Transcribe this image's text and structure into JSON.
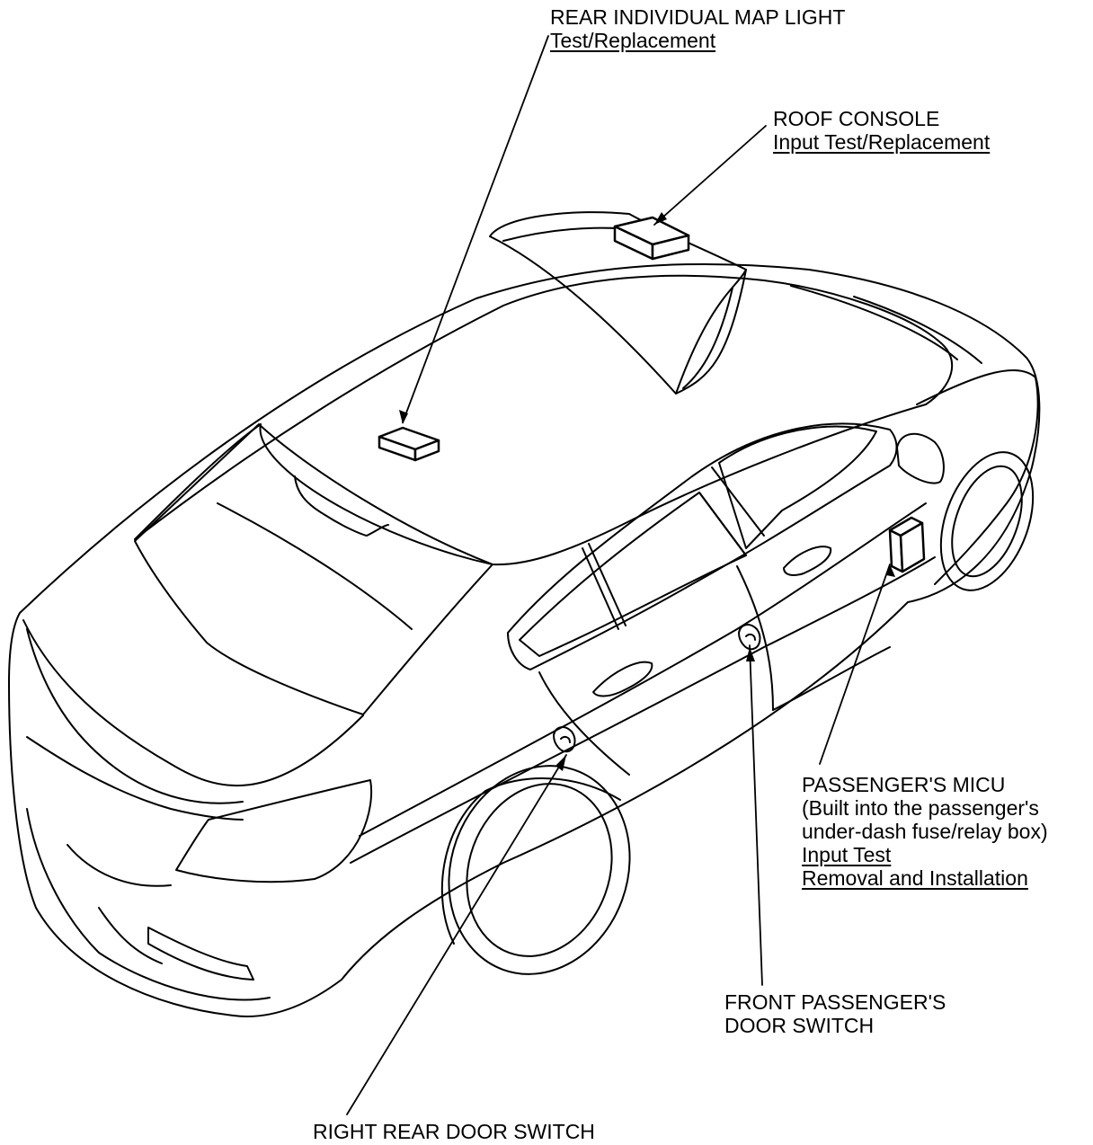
{
  "callouts": {
    "rear_map_light": {
      "title": "REAR INDIVIDUAL MAP LIGHT",
      "links": [
        "Test/Replacement"
      ]
    },
    "roof_console": {
      "title": "ROOF CONSOLE",
      "links": [
        "Input Test/Replacement"
      ]
    },
    "passenger_micu": {
      "title": "PASSENGER'S MICU",
      "notes": [
        "(Built into the passenger's",
        "under-dash fuse/relay box)"
      ],
      "links": [
        "Input Test",
        "Removal and Installation"
      ]
    },
    "front_passenger_door_switch": {
      "lines": [
        "FRONT PASSENGER'S",
        "DOOR SWITCH"
      ]
    },
    "right_rear_door_switch": {
      "title": "RIGHT REAR DOOR SWITCH"
    }
  },
  "colors": {
    "line": "#000000",
    "background": "#ffffff"
  }
}
